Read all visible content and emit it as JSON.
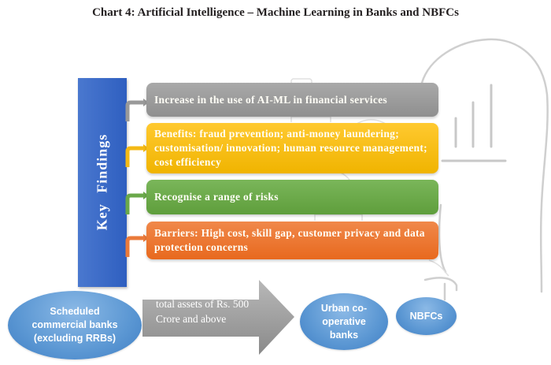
{
  "title": "Chart 4: Artificial Intelligence – Machine Learning in Banks and NBFCs",
  "key_findings": {
    "label": "Key Findings",
    "color": "#3a68c8",
    "items": [
      {
        "text": "Increase in the use of AI-ML in financial services",
        "color": "#9e9e9e"
      },
      {
        "text": "Benefits: fraud prevention; anti-money laundering; customisation/  innovation; human resource management; cost efficiency",
        "color": "#f8bf17"
      },
      {
        "text": "Recognise a range of risks",
        "color": "#6daa4a"
      },
      {
        "text": "Barriers: High cost, skill gap, customer privacy and data protection concerns",
        "color": "#ec7a34"
      }
    ]
  },
  "flow": {
    "source": "Scheduled commercial banks (excluding RRBs)",
    "arrow_text": "total assets of Rs. 500 Crore and above",
    "targets": [
      "Urban co-operative banks",
      "NBFCs"
    ]
  },
  "background_icon": "head-with-chart-icon"
}
